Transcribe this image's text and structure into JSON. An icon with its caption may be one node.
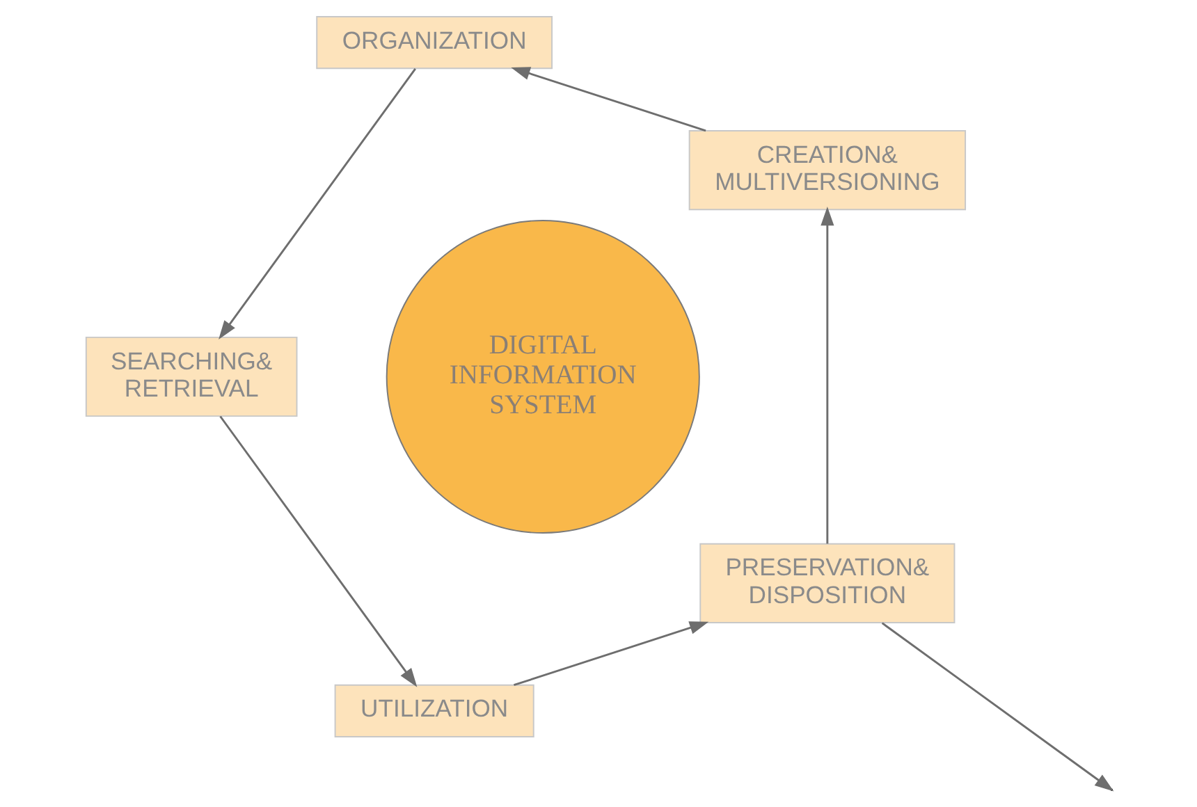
{
  "diagram": {
    "nodes": [
      {
        "text": [
          "DIGITAL INFORMATION SYSTEM"
        ]
      },
      {
        "text": [
          "CREATION& MULTIVERSIONING"
        ]
      },
      {
        "text": [
          "ORGANIZATION"
        ]
      },
      {
        "text": [
          "SEARCHING& RETRIEVAL"
        ]
      },
      {
        "text": [
          "UTILIZATION"
        ]
      },
      {
        "text": [
          "PRESERVATION& DISPOSITION"
        ]
      }
    ],
    "edges": [
      {
        "from": 1,
        "to": 2,
        "arrow": "to"
      },
      {
        "from": 2,
        "to": 3,
        "arrow": "to"
      },
      {
        "from": 3,
        "to": 4,
        "arrow": "to"
      },
      {
        "from": 4,
        "to": 5,
        "arrow": "to"
      },
      {
        "from": 5,
        "to": 1,
        "arrow": "to"
      },
      {
        "from": 5,
        "to": null,
        "arrow": "to"
      }
    ]
  }
}
